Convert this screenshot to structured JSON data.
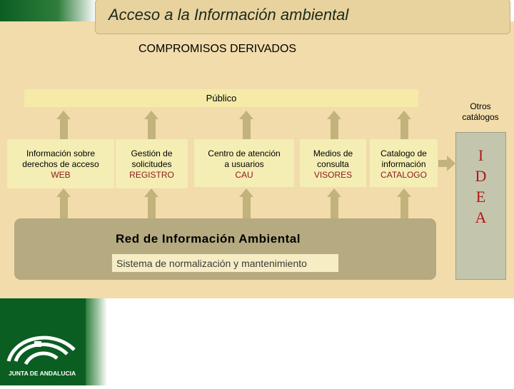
{
  "title": "Acceso a la Información ambiental",
  "subtitle": "COMPROMISOS DERIVADOS",
  "publico": "Público",
  "otros_catalogos": "Otros catálogos",
  "boxes": [
    {
      "line1": "Información sobre",
      "line2": "derechos de acceso",
      "acronym": "WEB"
    },
    {
      "line1": "Gestión de",
      "line2": "solicitudes",
      "acronym": "REGISTRO"
    },
    {
      "line1": "Centro de atención",
      "line2": "a usuarios",
      "acronym": "CAU"
    },
    {
      "line1": "Medios de",
      "line2": "consulta",
      "acronym": "VISORES"
    },
    {
      "line1": "Catalogo de",
      "line2": "información",
      "acronym": "CATALOGO"
    }
  ],
  "red": {
    "title": "Red de  Información Ambiental",
    "subtitle": "Sistema de normalización y mantenimiento"
  },
  "idea": [
    "I",
    "D",
    "E",
    "A"
  ],
  "logo": {
    "text": "JUNTA DE ANDALUCIA"
  },
  "colors": {
    "background": "#f2dcab",
    "green": "#0b5e22",
    "box": "#f4eeb4",
    "arrow": "#c2b27c",
    "red_network": "#b5aa80",
    "acronym": "#8b1a1a",
    "idea_letters": "#b01818"
  }
}
